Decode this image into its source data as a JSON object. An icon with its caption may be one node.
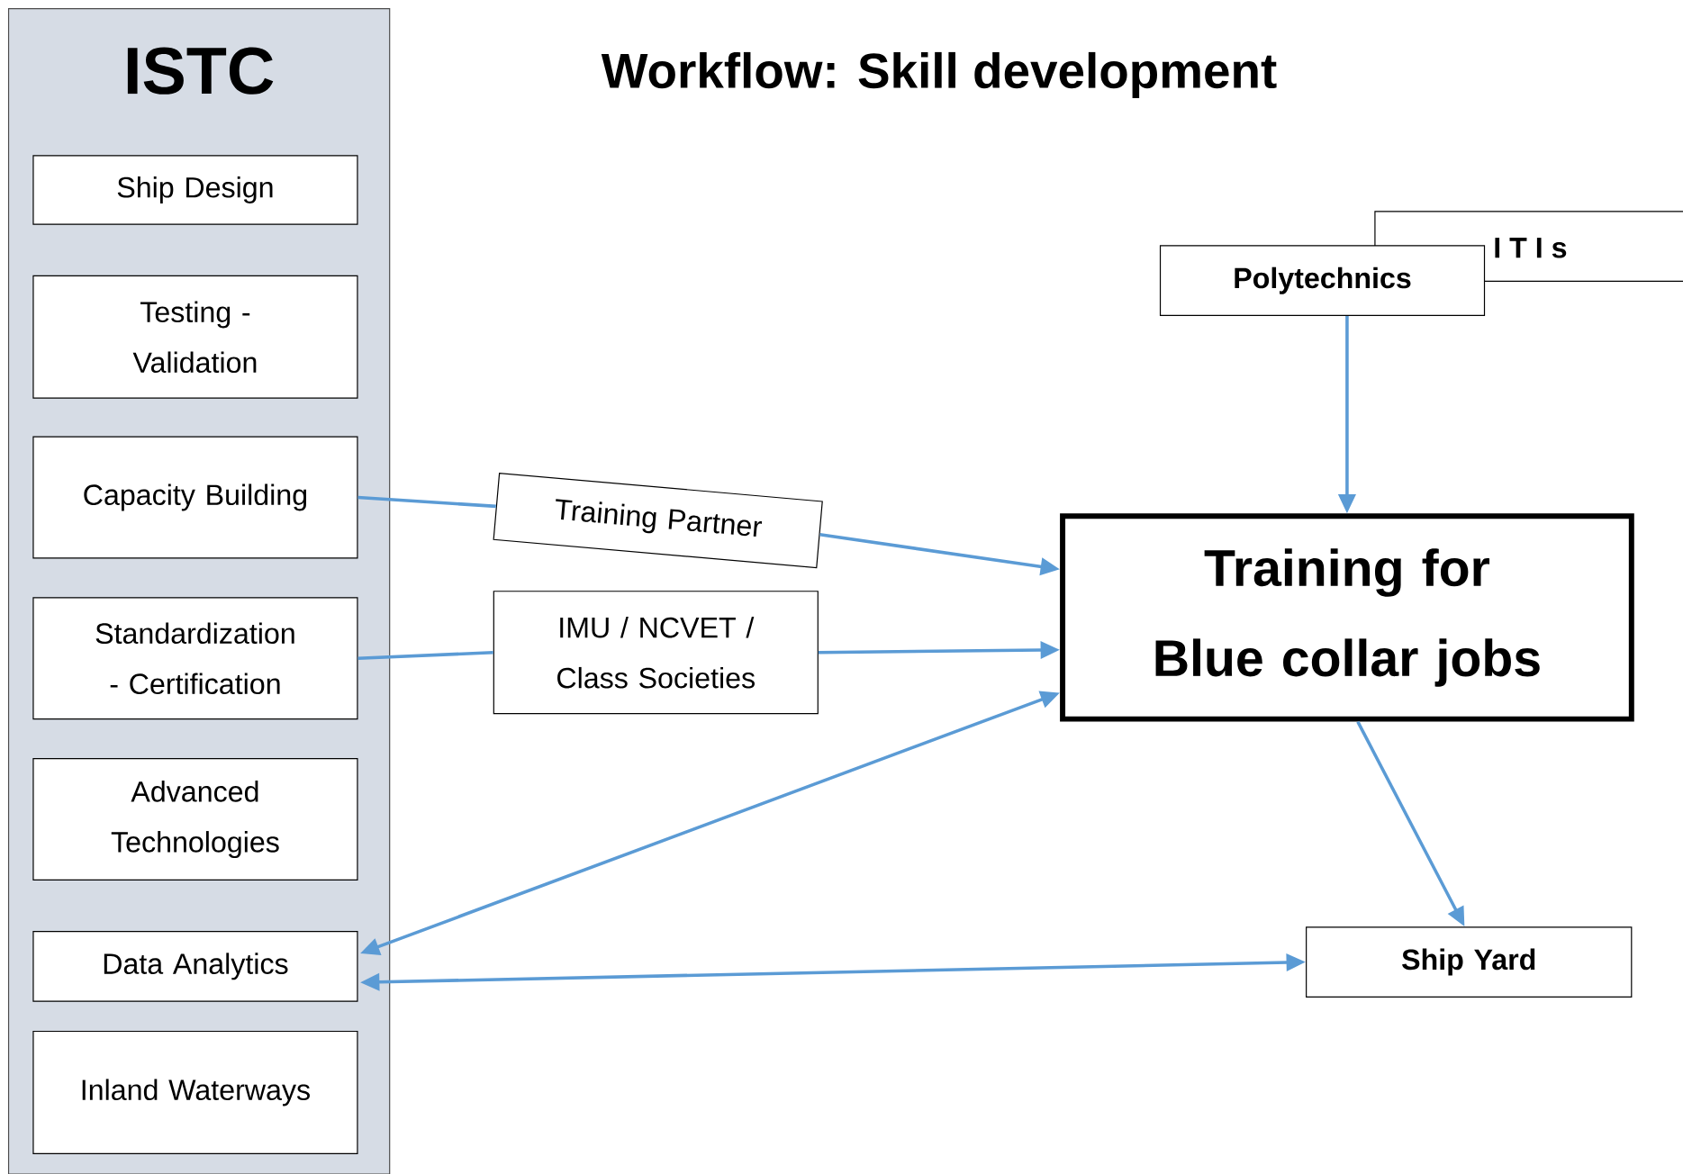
{
  "diagram": {
    "title": "Workflow: Skill development",
    "nodes": [
      {
        "text": [
          "ISTC"
        ]
      },
      {
        "text": [
          "Ship Design"
        ],
        "in": 0
      },
      {
        "text": [
          "Testing - Validation"
        ],
        "in": 0
      },
      {
        "text": [
          "Capacity Building"
        ],
        "in": 0
      },
      {
        "text": [
          "Standardization - Certification"
        ],
        "in": 0
      },
      {
        "text": [
          "Advanced Technologies"
        ],
        "in": 0
      },
      {
        "text": [
          "Data Analytics"
        ],
        "in": 0
      },
      {
        "text": [
          "Inland Waterways"
        ],
        "in": 0
      },
      {
        "text": [
          "Training Partner"
        ]
      },
      {
        "text": [
          "IMU / NCVET / Class Societies"
        ]
      },
      {
        "text": [
          "Training for Blue collar jobs"
        ]
      },
      {
        "text": [
          "Polytechnics"
        ]
      },
      {
        "text": [
          "I T I s"
        ]
      },
      {
        "text": [
          "Ship Yard"
        ]
      }
    ],
    "edges": [
      {
        "from": 3,
        "to": 8,
        "arrow": "none"
      },
      {
        "from": 8,
        "to": 10,
        "arrow": "to"
      },
      {
        "from": 4,
        "to": 9,
        "arrow": "none"
      },
      {
        "from": 9,
        "to": 10,
        "arrow": "to"
      },
      {
        "from": 11,
        "to": 10,
        "arrow": "to"
      },
      {
        "from": 10,
        "to": 13,
        "arrow": "to"
      },
      {
        "from": 10,
        "to": 6,
        "arrow": "both"
      },
      {
        "from": 6,
        "to": 13,
        "arrow": "both"
      }
    ]
  }
}
